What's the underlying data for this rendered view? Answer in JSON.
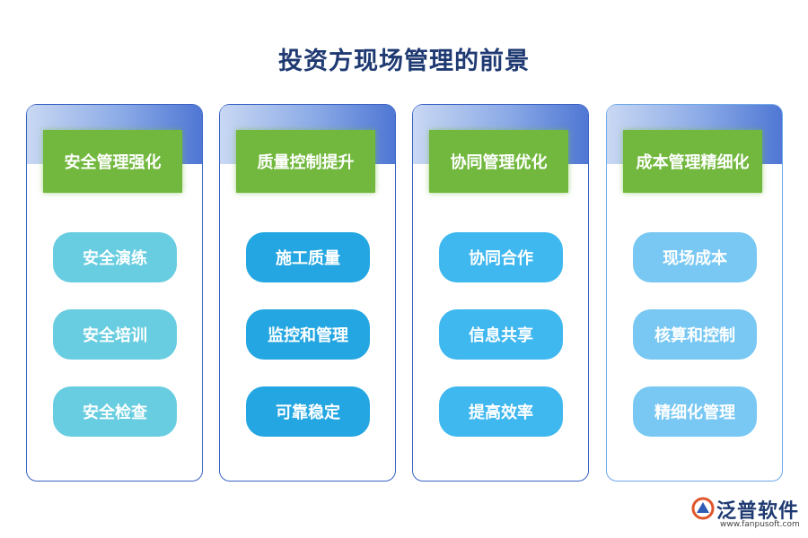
{
  "title": "投资方现场管理的前景",
  "columns": [
    {
      "header": "安全管理强化",
      "items": [
        "安全演练",
        "安全培训",
        "安全检查"
      ]
    },
    {
      "header": "质量控制提升",
      "items": [
        "施工质量",
        "监控和管理",
        "可靠稳定"
      ]
    },
    {
      "header": "协同管理优化",
      "items": [
        "协同合作",
        "信息共享",
        "提高效率"
      ]
    },
    {
      "header": "成本管理精细化",
      "items": [
        "现场成本",
        "核算和控制",
        "精细化管理"
      ]
    }
  ],
  "logo": {
    "name": "泛普软件",
    "url": "www.fanpusoft.com",
    "icon": "fanpu-logo-icon"
  },
  "colors": {
    "title": "#1f3a72",
    "header_green": "#72b83e",
    "col1_items": "#68cde0",
    "col2_items": "#23a6e1",
    "col3_items": "#3fb7ef",
    "col4_items": "#78c8f3",
    "border_blue": "#3b63c4"
  }
}
